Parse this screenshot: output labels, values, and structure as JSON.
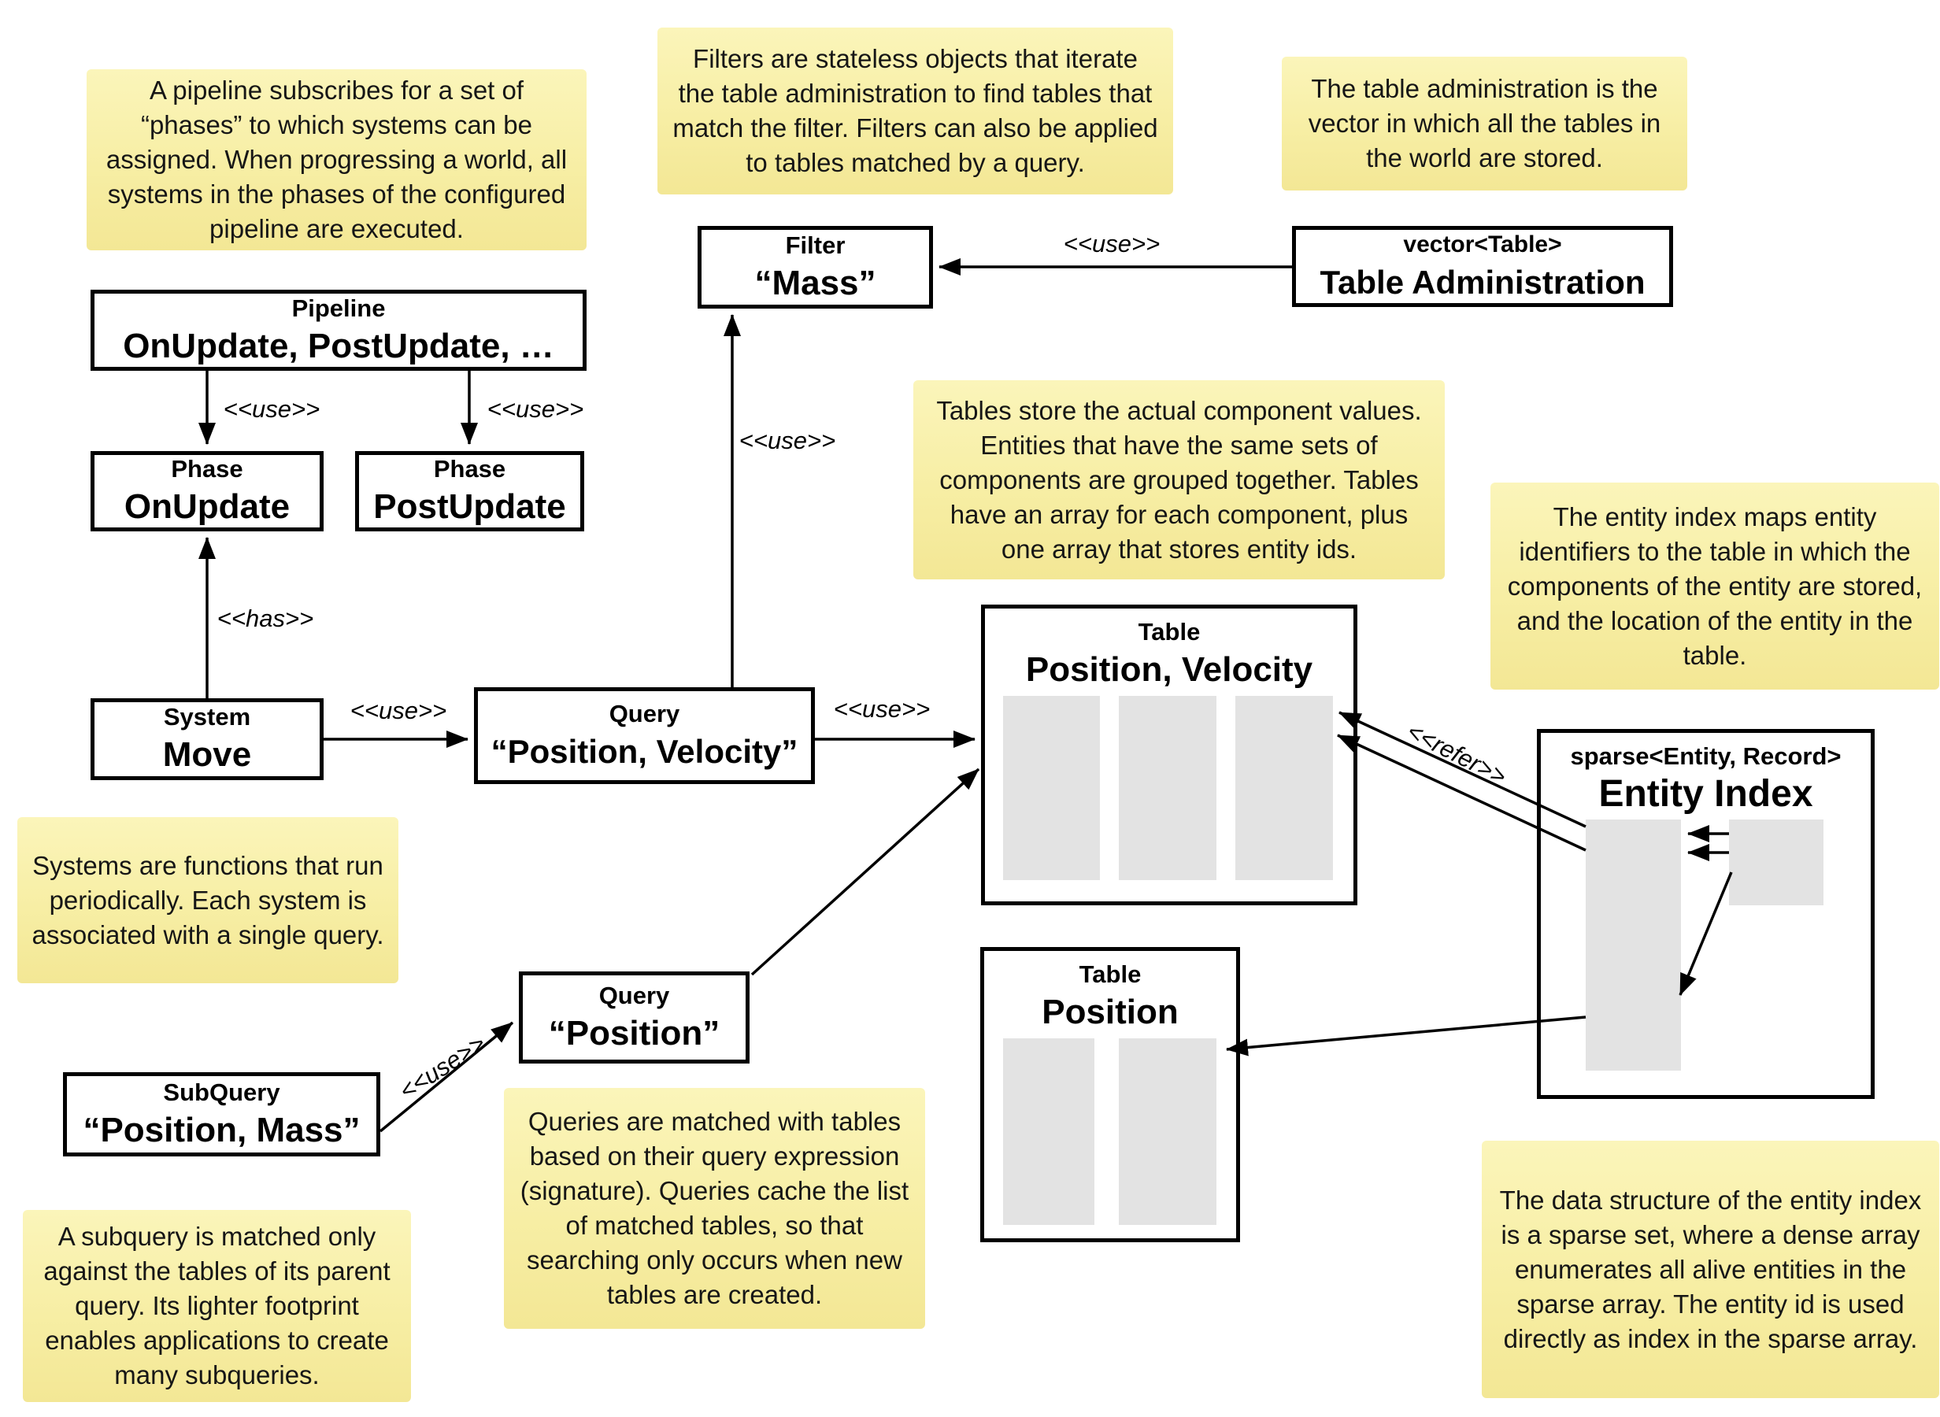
{
  "notes": {
    "pipeline": {
      "text": "A pipeline subscribes for a set of “phases” to which systems can be assigned. When progressing a world, all systems in the phases of the configured pipeline are executed."
    },
    "filters": {
      "text": "Filters are stateless objects that iterate the table administration to find tables that match the filter. Filters can also be applied to tables matched by a query."
    },
    "table_administration": {
      "text": "The table administration is the vector in which all the tables in the world are stored."
    },
    "tables": {
      "text": "Tables store the actual component values. Entities that have the same sets of components are grouped together. Tables have an array for each component, plus one array that stores entity ids."
    },
    "entity_index": {
      "text": "The entity index maps entity identifiers to the table in which the components of the entity are stored, and the location of the entity in the table."
    },
    "systems": {
      "text": "Systems are functions that run periodically. Each system is associated with a single query."
    },
    "queries": {
      "text": "Queries are matched with tables based on their query expression (signature). Queries cache the list of matched tables, so that searching only occurs when new tables are created."
    },
    "subquery": {
      "text": "A subquery is matched only against the tables of its parent query. Its lighter footprint enables applications to create many subqueries."
    },
    "sparse_set": {
      "text": "The data structure of the entity index is a sparse set, where a dense array enumerates all alive entities in the sparse array. The entity id is used directly as index in the sparse array."
    }
  },
  "nodes": {
    "pipeline": {
      "stereotype": "Pipeline",
      "name": "OnUpdate, PostUpdate, …"
    },
    "phase_onupdate": {
      "stereotype": "Phase",
      "name": "OnUpdate"
    },
    "phase_postupdate": {
      "stereotype": "Phase",
      "name": "PostUpdate"
    },
    "filter_mass": {
      "stereotype": "Filter",
      "name": "“Mass”"
    },
    "table_admin": {
      "stereotype": "vector<Table>",
      "name": "Table Administration"
    },
    "system_move": {
      "stereotype": "System",
      "name": "Move"
    },
    "query_pos_vel": {
      "stereotype": "Query",
      "name": "“Position, Velocity”"
    },
    "query_pos": {
      "stereotype": "Query",
      "name": "“Position”"
    },
    "subquery_pos_mass": {
      "stereotype": "SubQuery",
      "name": "“Position, Mass”"
    },
    "table_pos_vel": {
      "stereotype": "Table",
      "name": "Position, Velocity"
    },
    "table_pos": {
      "stereotype": "Table",
      "name": "Position"
    },
    "entity_index": {
      "stereotype": "sparse<Entity, Record>",
      "name": "Entity Index"
    }
  },
  "edge_labels": {
    "pipeline_to_onupdate": "<<use>>",
    "pipeline_to_postupdate": "<<use>>",
    "system_to_onupdate": "<<has>>",
    "system_to_query": "<<use>>",
    "query_to_filter": "<<use>>",
    "query_to_table": "<<use>>",
    "tableadmin_to_filter": "<<use>>",
    "subquery_to_query": "<<use>>",
    "entityindex_to_tables": "<<refer>>"
  },
  "colors": {
    "note_background": "#F7EEA4",
    "array_fill": "#E3E3E3",
    "box_border": "#000000"
  }
}
